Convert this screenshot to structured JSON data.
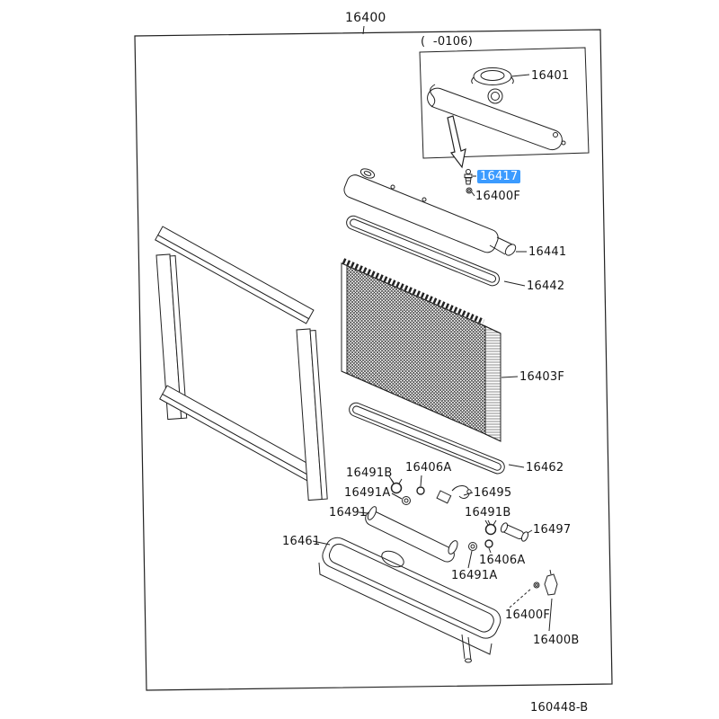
{
  "page": {
    "title": "16400",
    "doc_number": "160448-B",
    "variant_note": "(  -0106)"
  },
  "colors": {
    "highlight": "#3b9bff",
    "line": "#222222"
  },
  "selected_part": "16417",
  "parts": {
    "cap": "16401",
    "drain_cock": "16417",
    "packing_top": "16400F",
    "upper_tank": "16441",
    "upper_gasket": "16442",
    "core": "16403F",
    "lower_gasket": "16462",
    "clamp_upper": "16491B",
    "oring_upper": "16406A",
    "ring_upper": "16491A",
    "sensor": "16495",
    "pipe": "16491",
    "clamp_lower": "16491B",
    "lower_tank": "16461",
    "joint": "16497",
    "oring_lower": "16406A",
    "ring_lower": "16491A",
    "packing_bottom": "16400F",
    "drain_plug": "16400B"
  }
}
